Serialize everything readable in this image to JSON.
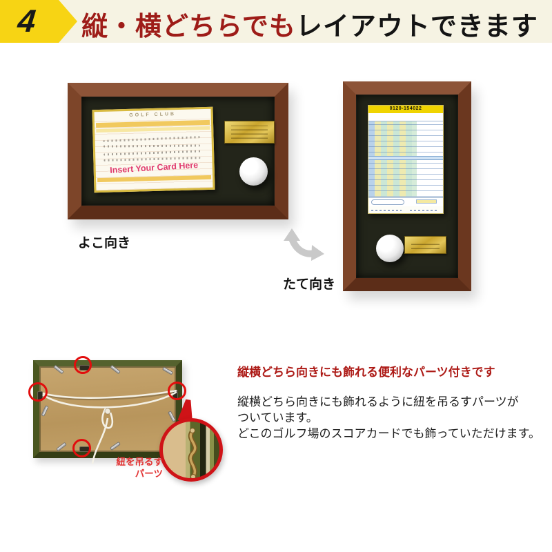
{
  "header": {
    "badge_number": "4",
    "title_red": "縦・横どちらでも",
    "title_black": "レイアウトできます"
  },
  "frames": {
    "horizontal": {
      "caption": "よこ向き",
      "card_club_text": "GOLF CLUB",
      "card_insert_text": "Insert Your Card Here"
    },
    "vertical": {
      "caption": "たて向き",
      "card_phone_text": "0120-154022"
    }
  },
  "parts_section": {
    "callout_line1": "紐を吊るす",
    "callout_line2": "パーツ",
    "heading": "縦横どちら向きにも飾れる便利なパーツ付きです",
    "body_lines": [
      "縦横どちら向きにも飾れるように紐を吊るすパーツが",
      "ついています。",
      "どこのゴルフ場のスコアカードでも飾っていただけます。"
    ]
  },
  "colors": {
    "badge_yellow": "#f7d414",
    "header_cream": "#f6f3e3",
    "title_red": "#9e1c18",
    "heading_red": "#ad1a16",
    "callout_red": "#e23333",
    "wood_brown": "#7d4529",
    "mat_dark": "#23251a",
    "gold_plate": "#caa52e",
    "back_frame_green": "#49561f",
    "cardboard_tan": "#c2a068",
    "circle_red": "#e20d0d",
    "arrow_gray": "#c9c9c9",
    "insert_pink": "#e03a6e"
  }
}
